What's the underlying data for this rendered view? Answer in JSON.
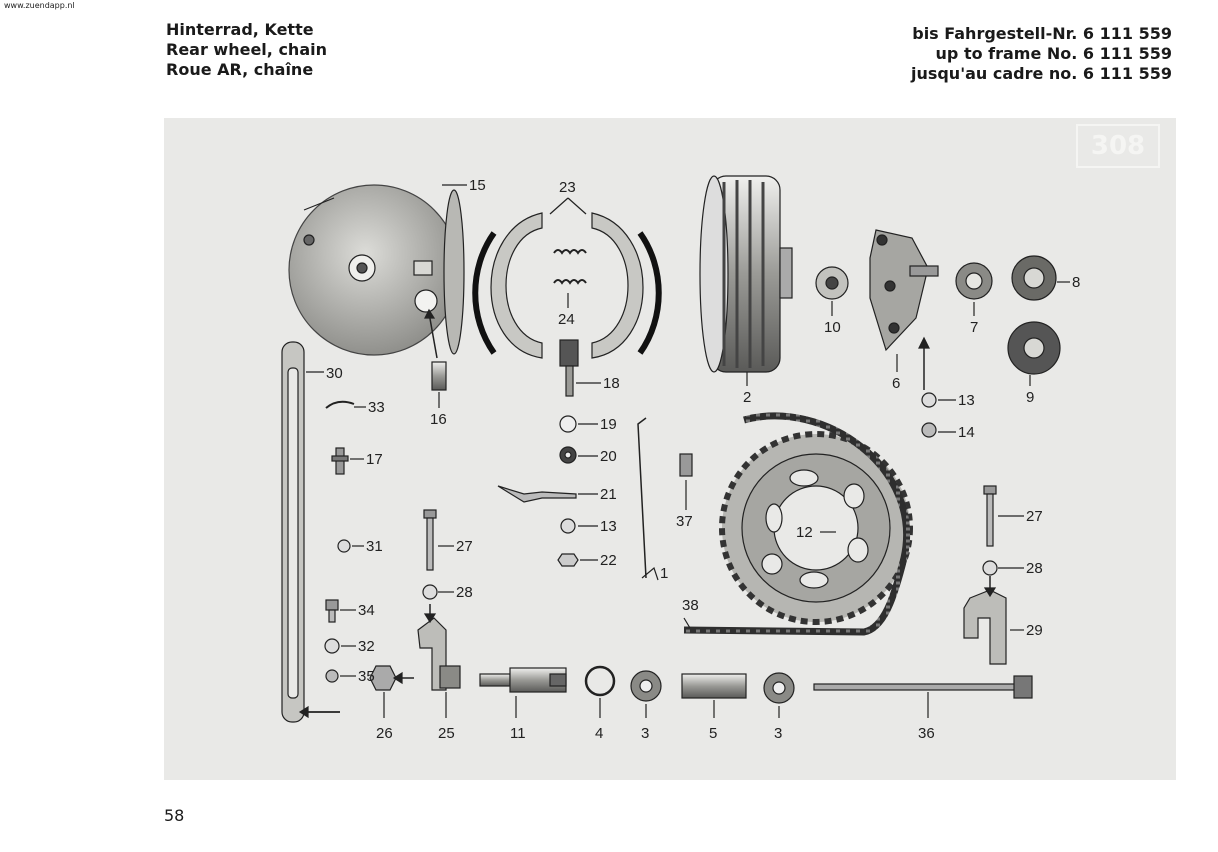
{
  "watermark": "www.zuendapp.nl",
  "header": {
    "left": [
      "Hinterrad, Kette",
      "Rear wheel, chain",
      "Roue AR, chaîne"
    ],
    "right": [
      "bis Fahrgestell-Nr. 6 111 559",
      "up to frame No. 6 111 559",
      "jusqu'au cadre no. 6 111 559"
    ]
  },
  "plate_number": "308",
  "page_number": "58",
  "labels": {
    "l1": "1",
    "l2": "2",
    "l3a": "3",
    "l3b": "3",
    "l4": "4",
    "l5": "5",
    "l6": "6",
    "l7": "7",
    "l8": "8",
    "l9": "9",
    "l10": "10",
    "l11": "11",
    "l12": "12",
    "l13a": "13",
    "l13b": "13",
    "l14": "14",
    "l15": "15",
    "l16": "16",
    "l17": "17",
    "l18": "18",
    "l19": "19",
    "l20": "20",
    "l21": "21",
    "l22": "22",
    "l23": "23",
    "l24": "24",
    "l25": "25",
    "l26": "26",
    "l27a": "27",
    "l27b": "27",
    "l28a": "28",
    "l28b": "28",
    "l29": "29",
    "l30": "30",
    "l31": "31",
    "l32": "32",
    "l33": "33",
    "l34": "34",
    "l35": "35",
    "l36": "36",
    "l37": "37",
    "l38": "38"
  }
}
